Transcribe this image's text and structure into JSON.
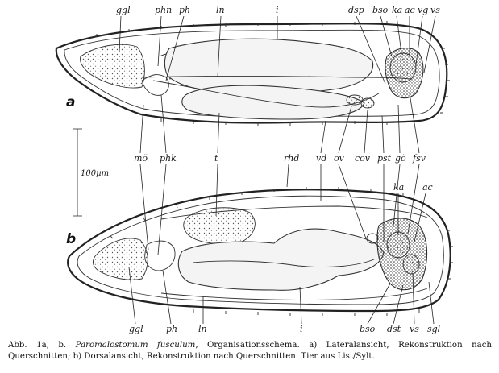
{
  "figure_a": {
    "panel": "a",
    "labels_top": [
      "ggl",
      "phn",
      "ph",
      "ln",
      "i",
      "dsp",
      "bso",
      "ka",
      "ac",
      "vg",
      "vs"
    ],
    "labels_mid": [
      "mö",
      "phk",
      "t",
      "rhd",
      "vd",
      "ov",
      "cov",
      "pst",
      "gö",
      "fsv"
    ]
  },
  "figure_b": {
    "panel": "b",
    "labels_top": [
      "ka",
      "ac"
    ],
    "labels_bottom": [
      "ggl",
      "ph",
      "ln",
      "i",
      "bso",
      "dst",
      "vs",
      "sgl"
    ]
  },
  "scale_bar": {
    "label": "100µm"
  },
  "caption": {
    "prefix": "Abb. 1a, b. ",
    "species": "Paromalostomum fusculum",
    "text": ", Organisationsschema. a) Lateralansicht, Rekonstruktion nach Querschnitten; b) Dorsalansicht, Rekonstruktion nach Querschnitten. Tier aus List/Sylt."
  }
}
